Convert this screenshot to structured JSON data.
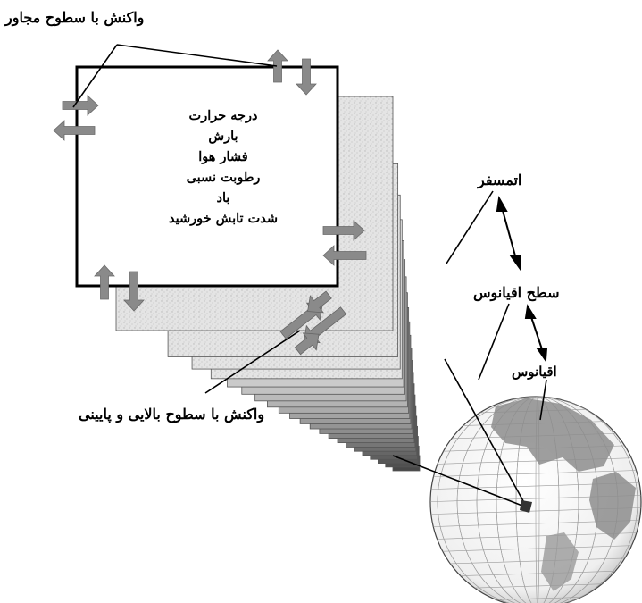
{
  "labels": {
    "neighbor_interaction": "واکنش با سطوح مجاور",
    "vertical_interaction": "واکنش با سطوح بالایی و پایینی",
    "atmosphere": "اتمسفر",
    "ocean_surface": "سطح اقیانوس",
    "ocean": "اقیانوس"
  },
  "variables": [
    "درجه حرارت",
    "بارش",
    "فشار هوا",
    "رطوبت نسبی",
    "باد",
    "شدت تابش خورشید"
  ]
}
